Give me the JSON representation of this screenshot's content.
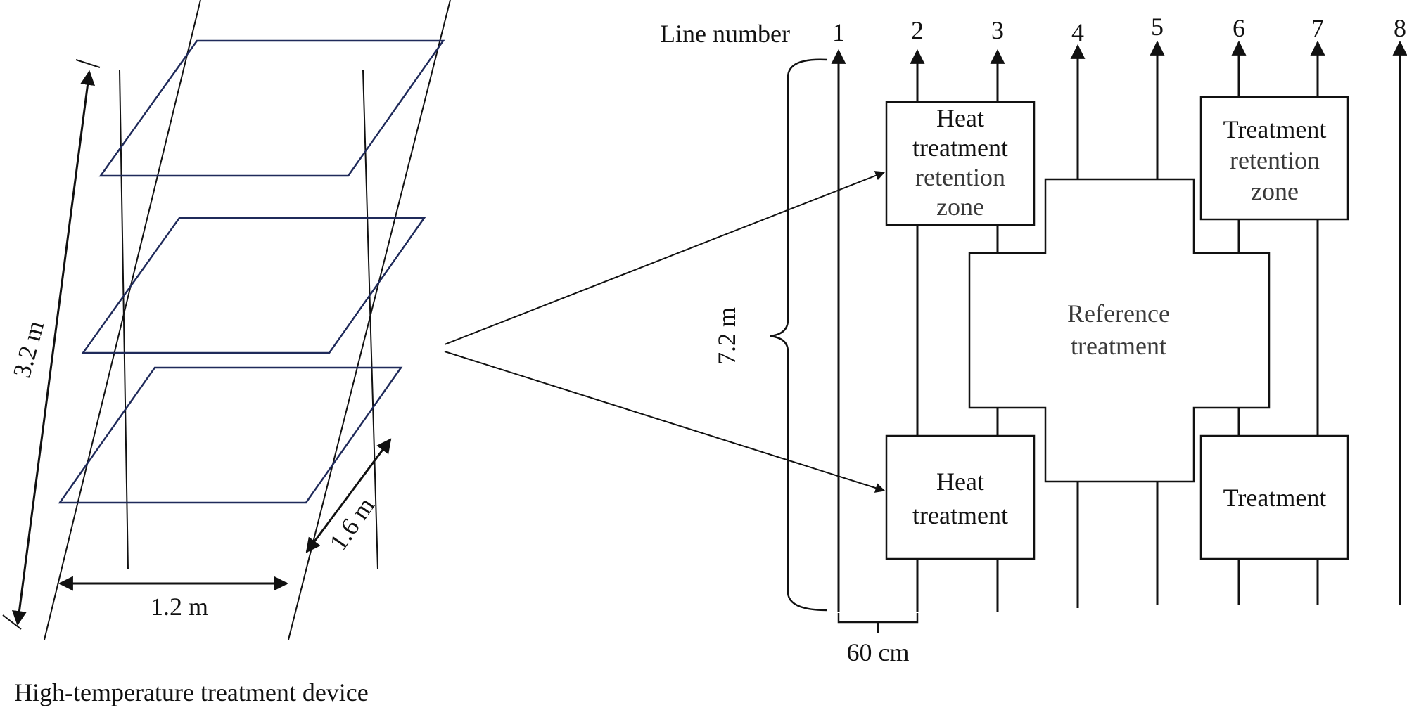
{
  "caption": "High-temperature treatment device",
  "device": {
    "dim_height": "3.2 m",
    "dim_width": "1.2 m",
    "dim_depth": "1.6 m"
  },
  "layout": {
    "line_number_label": "Line number",
    "line_numbers": [
      "1",
      "2",
      "3",
      "4",
      "5",
      "6",
      "7",
      "8"
    ],
    "dim_length": "7.2 m",
    "dim_spacing": "60 cm",
    "boxes": {
      "heat_retention": [
        "Heat",
        "treatment",
        "retention",
        "zone"
      ],
      "treatment_retention": [
        "Treatment",
        "retention",
        "zone"
      ],
      "reference": [
        "Reference",
        "treatment"
      ],
      "heat": [
        "Heat",
        "treatment"
      ],
      "treatment": [
        "Treatment"
      ]
    }
  },
  "colors": {
    "frame": "#1f2a5a",
    "line": "#111111"
  }
}
